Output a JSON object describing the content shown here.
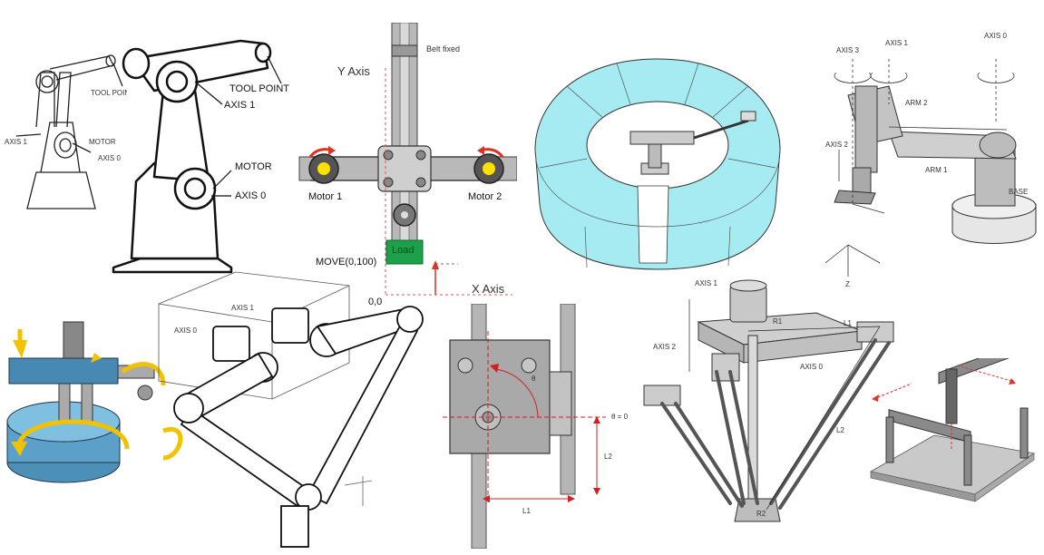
{
  "articulated_small": {
    "tool_point": "TOOL POINT",
    "axis1": "AXIS 1",
    "motor": "MOTOR",
    "axis0": "AXIS 0"
  },
  "articulated_large": {
    "tool_point": "TOOL POINT",
    "axis1": "AXIS 1",
    "motor": "MOTOR",
    "axis0": "AXIS 0"
  },
  "hbot": {
    "belt": "Belt fixed",
    "y_axis": "Y Axis",
    "x_axis": "X Axis",
    "motor1": "Motor 1",
    "motor2": "Motor 2",
    "load": "Load",
    "move": "MOVE(0,100)",
    "origin": "0,0"
  },
  "scara": {
    "axis3": "AXIS 3",
    "axis1": "AXIS 1",
    "axis0": "AXIS 0",
    "arm2": "ARM 2",
    "arm1": "ARM 1",
    "axis2": "AXIS 2",
    "base": "BASE",
    "z": "Z"
  },
  "two_link": {
    "axis1": "AXIS 1",
    "axis0": "AXIS 0"
  },
  "slider": {
    "theta": "θ",
    "theta_eq": "θ = 0",
    "l1": "L1",
    "l2": "L2"
  },
  "delta": {
    "axis1": "AXIS 1",
    "axis2": "AXIS 2",
    "axis0": "AXIS 0",
    "r1": "R1",
    "l1": "L1",
    "l2": "L2",
    "r2": "R2"
  }
}
